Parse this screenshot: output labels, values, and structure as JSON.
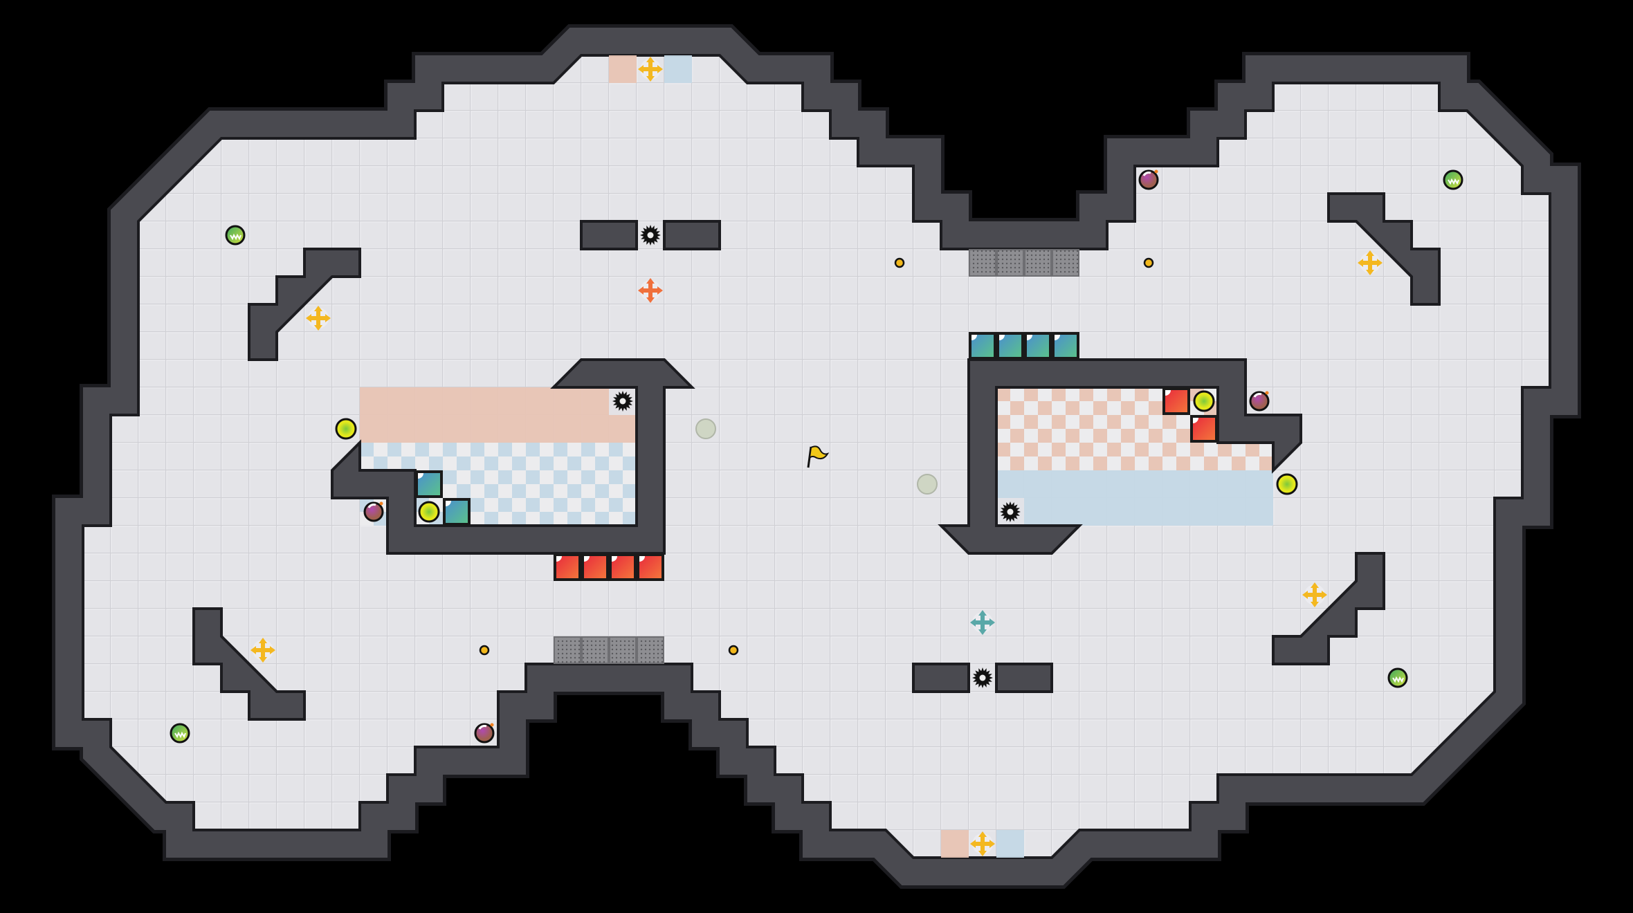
{
  "level": {
    "palette": {
      "background": "#000000",
      "floor": "#e4e4e8",
      "floor_grid": "#cfcfd4",
      "wall": "#4a4a50",
      "wall_outline": "#1c1c20",
      "peach": "#e8c4b4",
      "ice_blue": "#c4d8e6",
      "red_block": "#e8343a",
      "teal_block": "#4a9cc8",
      "coin": "#f2b81c",
      "bomb": "#8a4a8e",
      "orb": "#5cb85c",
      "yellow_orb": "#e4e81c",
      "grate": "#8a8a8e"
    },
    "entity_types": [
      "saw-blade-icon",
      "bomb-icon",
      "green-orb-icon",
      "yellow-orb-icon",
      "compass-arrows-icon",
      "coin-icon",
      "teal-block",
      "red-block",
      "grate-tile",
      "ghost-orb",
      "goal-flag-icon"
    ]
  }
}
